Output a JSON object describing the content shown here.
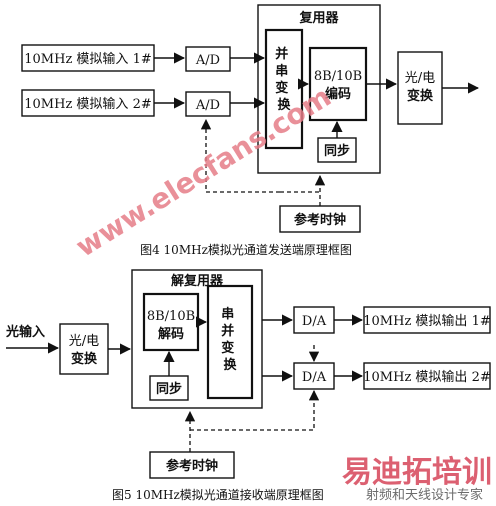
{
  "figure4": {
    "inputs": [
      "10MHz 模拟输入 1#",
      "10MHz 模拟输入 2#"
    ],
    "adc": [
      "A/D",
      "A/D"
    ],
    "mux_title": "复用器",
    "ps_convert": "并串变换",
    "encoder": "8B/10B编码",
    "sync": "同步",
    "oe_convert": "光/电变换",
    "ref_clock": "参考时钟",
    "caption": "图4   10MHz模拟光通道发送端原理框图"
  },
  "figure5": {
    "light_input": "光输入",
    "oe_convert": "光/电变换",
    "demux_title": "解复用器",
    "decoder": "8B/10B解码",
    "sync": "同步",
    "sp_convert": "串并变换",
    "dac": [
      "D/A",
      "D/A"
    ],
    "outputs": [
      "10MHz 模拟输出 1#",
      "10MHz 模拟输出 2#"
    ],
    "ref_clock": "参考时钟",
    "caption": "图5  10MHz模拟光通道接收端原理框图"
  },
  "watermark": {
    "url": "www.elecfans.com",
    "logo": "易迪拓培训",
    "logo_sub": "射频和天线设计专家"
  }
}
